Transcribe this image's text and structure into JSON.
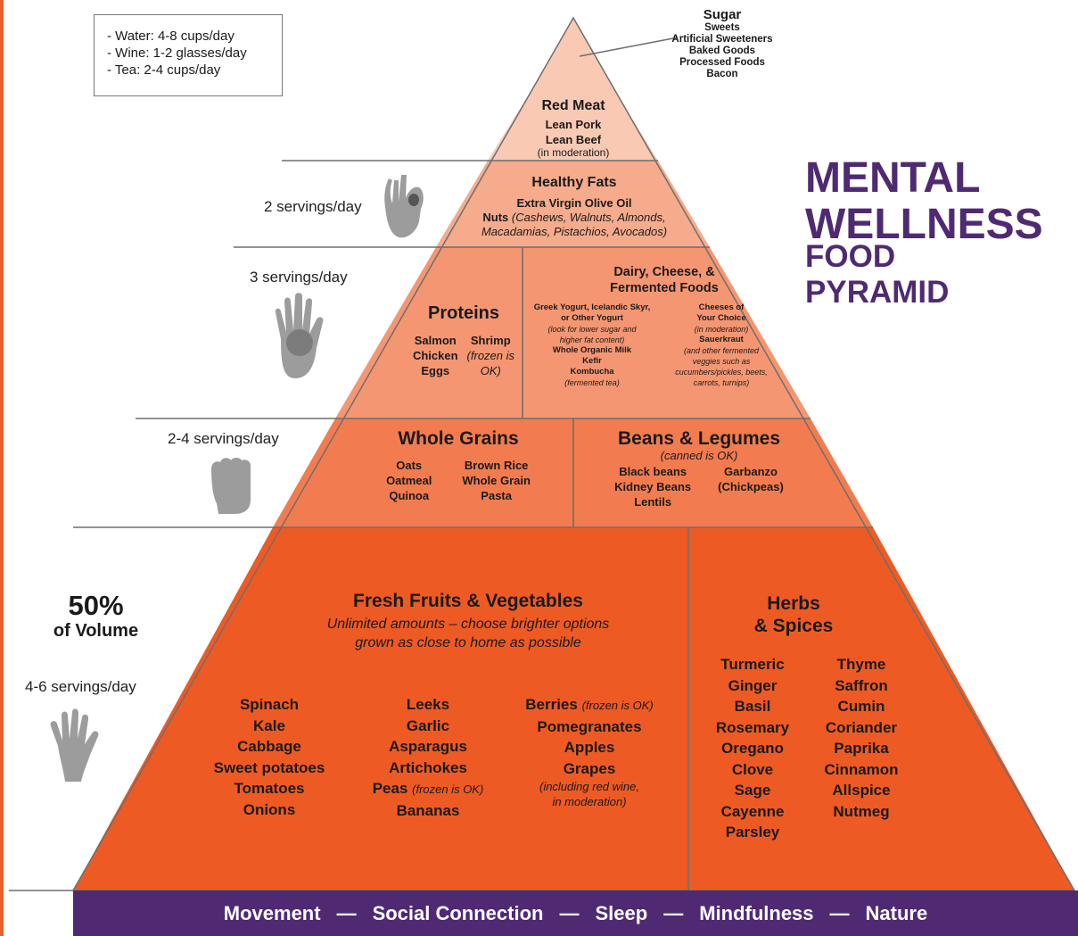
{
  "drinks": [
    "- Water: 4-8 cups/day",
    "- Wine: 1-2 glasses/day",
    "- Tea: 2-4 cups/day"
  ],
  "sugar": {
    "title": "Sugar",
    "items": [
      "Sweets",
      "Artificial Sweeteners",
      "Baked Goods",
      "Processed Foods",
      "Bacon"
    ]
  },
  "title": {
    "line1": "MENTAL",
    "line2": "WELLNESS",
    "line3": "FOOD",
    "line4": "PYRAMID"
  },
  "servings": {
    "fats": "2 servings/day",
    "proteins": "3 servings/day",
    "grains": "2-4 servings/day",
    "volume_pct": "50%",
    "volume_label": "of Volume",
    "produce": "4-6 servings/day"
  },
  "red_meat": {
    "title": "Red Meat",
    "items": [
      "Lean Pork",
      "Lean Beef"
    ],
    "note": "(in moderation)"
  },
  "fats": {
    "title": "Healthy Fats",
    "line1": "Extra Virgin Olive Oil",
    "nuts_label": "Nuts",
    "nuts_detail": "(Cashews, Walnuts, Almonds,",
    "nuts_detail2": "Macadamias, Pistachios, Avocados)"
  },
  "proteins": {
    "title": "Proteins",
    "col1": [
      "Salmon",
      "Chicken",
      "Eggs"
    ],
    "col2_label": "Shrimp",
    "col2_note": [
      "(frozen is",
      "OK)"
    ]
  },
  "dairy": {
    "title1": "Dairy, Cheese, &",
    "title2": "Fermented Foods",
    "yogurt": [
      "Greek Yogurt, Icelandic Skyr,",
      "or Other Yogurt"
    ],
    "yogurt_note": [
      "(look for lower sugar and",
      "higher fat content)"
    ],
    "milk": "Whole Organic Milk",
    "kefir": "Kefir",
    "kombucha": "Kombucha",
    "kombucha_note": "(fermented tea)",
    "cheeses": [
      "Cheeses of",
      "Your Choice"
    ],
    "cheeses_note": "(in moderation)",
    "sauerkraut": "Sauerkraut",
    "sauerkraut_note": [
      "(and other fermented",
      "veggies such as",
      "cucumbers/pickles, beets,",
      "carrots, turnips)"
    ]
  },
  "grains": {
    "title": "Whole Grains",
    "col1": [
      "Oats",
      "Oatmeal",
      "Quinoa"
    ],
    "col2": [
      "Brown Rice",
      "Whole Grain",
      "Pasta"
    ]
  },
  "beans": {
    "title": "Beans & Legumes",
    "note": "(canned is OK)",
    "col1": [
      "Black beans",
      "Kidney Beans",
      "Lentils"
    ],
    "col2": [
      "Garbanzo",
      "(Chickpeas)"
    ]
  },
  "produce": {
    "title": "Fresh Fruits & Vegetables",
    "sub1": "Unlimited amounts – choose brighter options",
    "sub2": "grown as close to home as possible",
    "col1": [
      "Spinach",
      "Kale",
      "Cabbage",
      "Sweet potatoes",
      "Tomatoes",
      "Onions"
    ],
    "col2": [
      "Leeks",
      "Garlic",
      "Asparagus",
      "Artichokes"
    ],
    "peas": "Peas",
    "peas_note": "(frozen is OK)",
    "bananas": "Bananas",
    "berries": "Berries",
    "berries_note": "(frozen is OK)",
    "col3": [
      "Pomegranates",
      "Apples",
      "Grapes"
    ],
    "grapes_note": [
      "(including red wine,",
      "in moderation)"
    ]
  },
  "herbs": {
    "title1": "Herbs",
    "title2": "& Spices",
    "col1": [
      "Turmeric",
      "Ginger",
      "Basil",
      "Rosemary",
      "Oregano",
      "Clove",
      "Sage",
      "Cayenne",
      "Parsley"
    ],
    "col2": [
      "Thyme",
      "Saffron",
      "Cumin",
      "Coriander",
      "Paprika",
      "Cinnamon",
      "Allspice",
      "Nutmeg"
    ]
  },
  "foundation": [
    "Movement",
    "Social Connection",
    "Sleep",
    "Mindfulness",
    "Nature"
  ],
  "foundation_sep": "—",
  "colors": {
    "tier_top": "#f9c9b4",
    "tier_fats": "#f6ab8c",
    "tier_proteins": "#f59672",
    "tier_grains": "#f27c4f",
    "tier_produce": "#ee5a24",
    "foundation_bar": "#4f2a73",
    "title": "#4f2a73",
    "hand": "#9c9c9c"
  }
}
